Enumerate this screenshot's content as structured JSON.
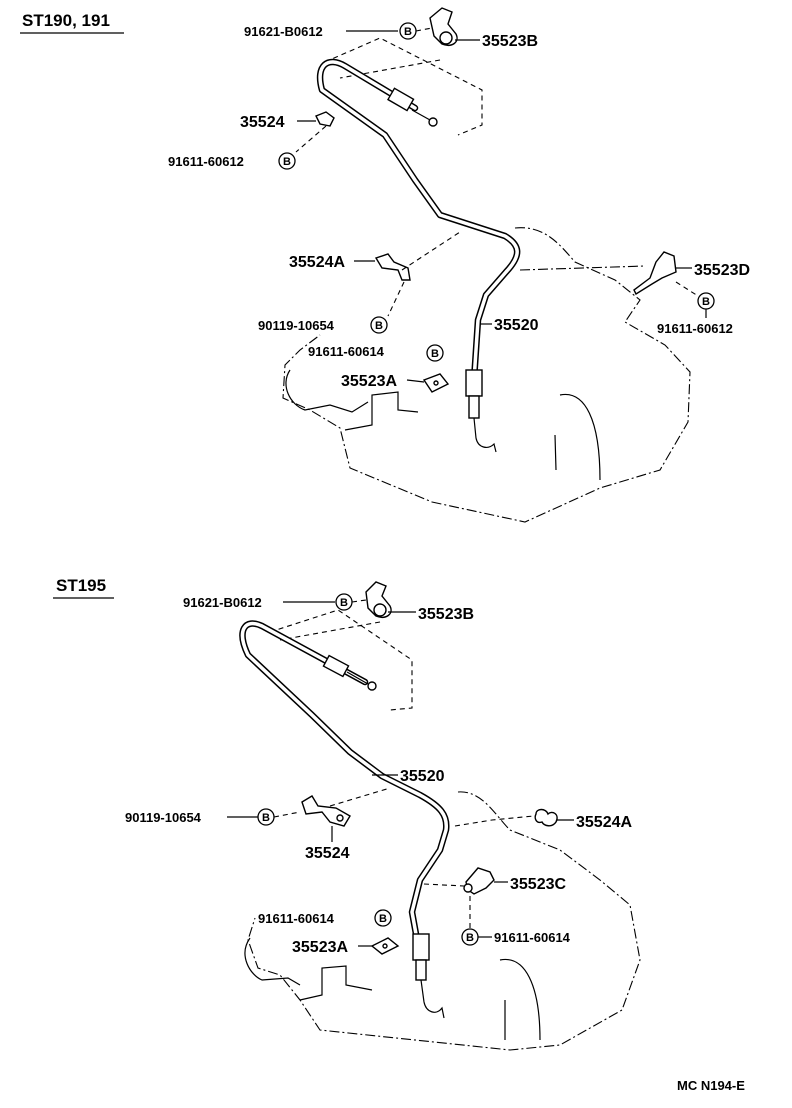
{
  "sections": {
    "top": {
      "title": "ST190, 191",
      "parts": {
        "bolt_1": "91621-B0612",
        "clamp_b": "35523B",
        "bracket_a": "35524",
        "bolt_2": "91611-60612",
        "bracket_b": "35524A",
        "clamp_d": "35523D",
        "bolt_3": "91611-60612",
        "bolt_4": "90119-10654",
        "bolt_5": "91611-60614",
        "cable": "35520",
        "clamp_a": "35523A"
      }
    },
    "bottom": {
      "title": "ST195",
      "parts": {
        "bolt_1": "91621-B0612",
        "clamp_b": "35523B",
        "cable": "35520",
        "bolt_2": "90119-10654",
        "bracket_a": "35524",
        "bracket_b": "35524A",
        "clamp_c": "35523C",
        "bolt_3": "91611-60614",
        "bolt_4": "91611-60614",
        "clamp_a": "35523A"
      }
    }
  },
  "bolt_mark": "B",
  "footer_code": "MC N194-E"
}
